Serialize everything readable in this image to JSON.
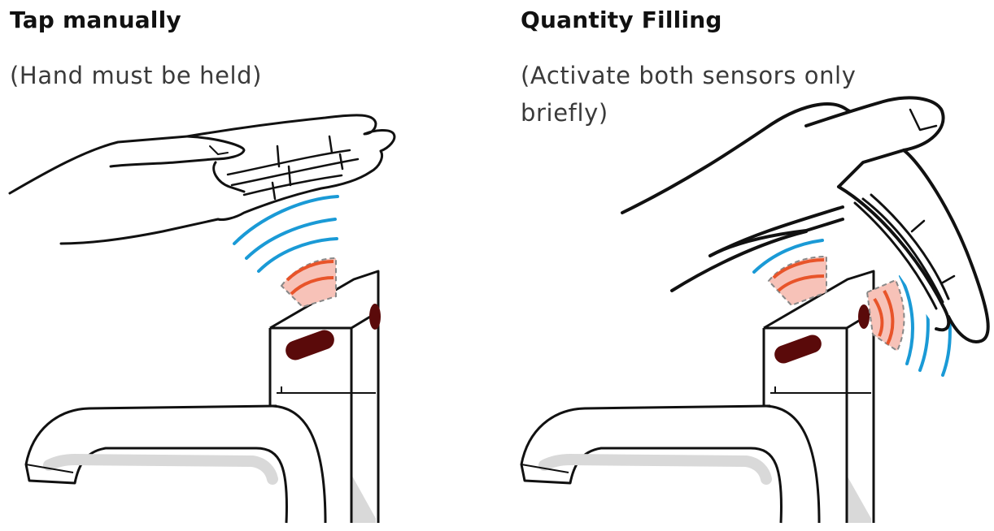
{
  "colors": {
    "outline": "#111111",
    "blue_waves": "#1a9ad6",
    "red_waves": "#e8542a",
    "red_zone_fill": "#f7c2b8",
    "sensor_window": "#5a0a0a",
    "chrome_shade": "#d9d9d9"
  },
  "panels": [
    {
      "heading": "Tap manually",
      "caption": "(Hand must be held)",
      "icons": [
        "hand-icon",
        "faucet-icon",
        "sensor-icon",
        "blue-waves-icon",
        "red-waves-icon"
      ]
    },
    {
      "heading": "Quantity Filling",
      "caption": "(Activate both sensors only briefly)",
      "icons": [
        "hand-icon",
        "faucet-icon",
        "sensor-icon",
        "blue-waves-icon",
        "red-waves-icon"
      ]
    }
  ]
}
